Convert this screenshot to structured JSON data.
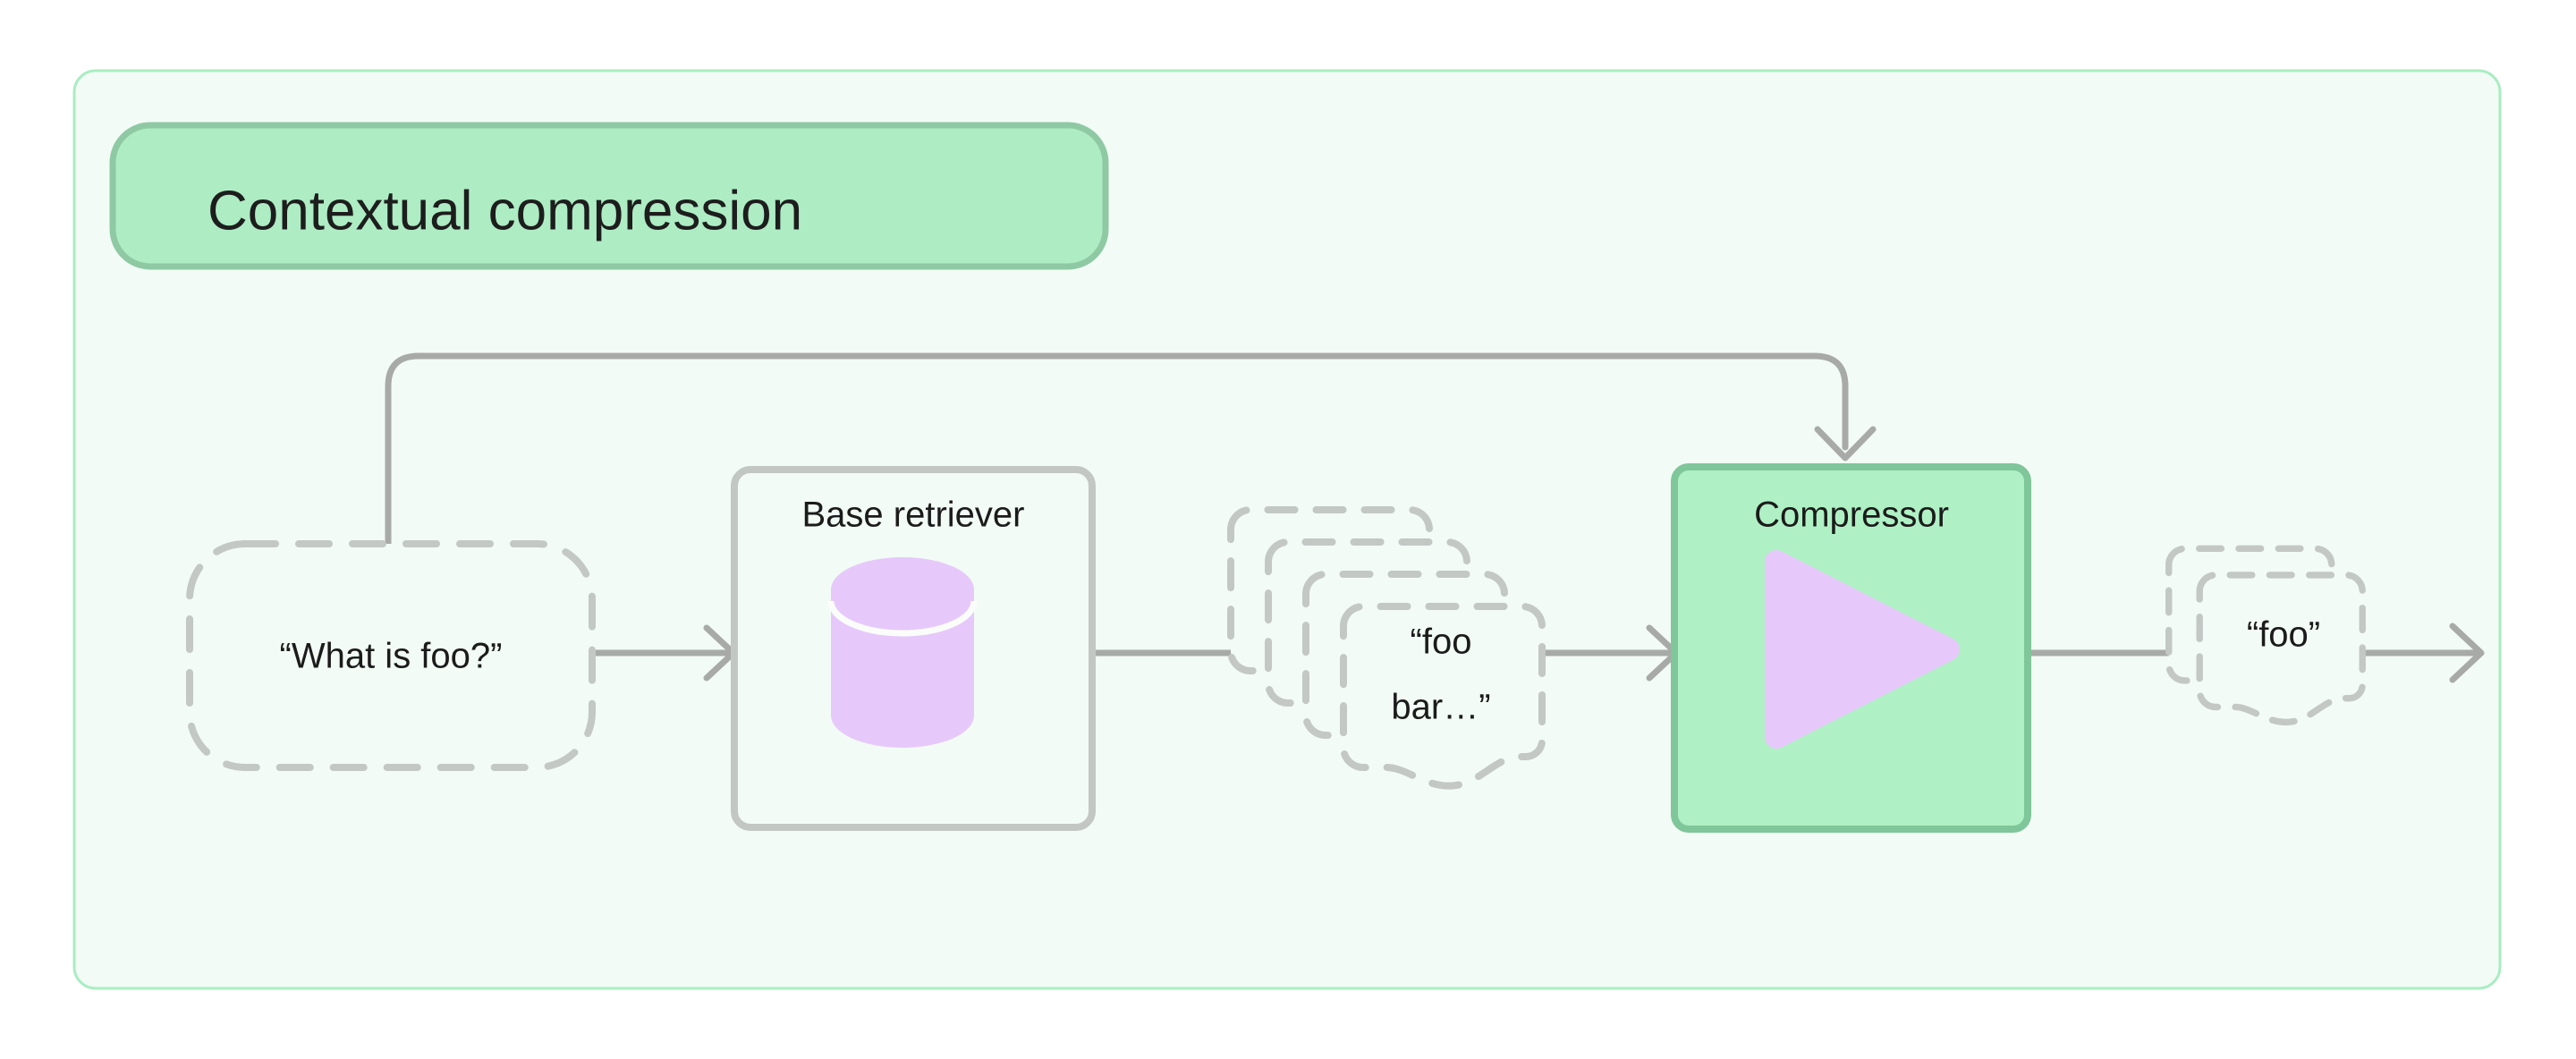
{
  "panel": {
    "background": "#f2fbf5",
    "border_color": "#a9edc2",
    "title_badge": {
      "label": "Contextual compression",
      "fill": "#aeecc4",
      "border": "#8fc9a4",
      "text_color": "#1d1d1d"
    }
  },
  "palette": {
    "edge": "#a8aaa8",
    "dashed_outline": "#c3c8c5",
    "box_border": "#c2c7c4",
    "box_fill": "#f2fbf5",
    "accent_green_fill": "#b0f0c5",
    "accent_green_border": "#7fc69a",
    "accent_purple": "#e6c9fa",
    "text": "#1b1b1b"
  },
  "nodes": {
    "query": {
      "name": "query-node",
      "text": "“What is foo?”",
      "shape": "dashed-rounded-rect"
    },
    "base_retriever": {
      "name": "base-retriever-node",
      "label": "Base retriever",
      "icon": "database-cylinder-icon",
      "shape": "rounded-rect"
    },
    "retrieved_docs": {
      "name": "retrieved-documents-stack",
      "text_lines": [
        "“foo",
        "bar…”"
      ],
      "icon": "document-stack-icon",
      "stack_count": 4
    },
    "compressor": {
      "name": "compressor-node",
      "label": "Compressor",
      "icon": "play-triangle-icon",
      "shape": "rounded-rect-filled"
    },
    "compressed_docs": {
      "name": "compressed-documents-stack",
      "text_lines": [
        "“foo”"
      ],
      "icon": "document-stack-icon",
      "stack_count": 2
    }
  },
  "edges": [
    {
      "name": "edge-query-to-base-retriever",
      "from": "query",
      "to": "base_retriever",
      "arrow": "right"
    },
    {
      "name": "edge-base-retriever-to-docs",
      "from": "base_retriever",
      "to": "retrieved_docs",
      "arrow": "none"
    },
    {
      "name": "edge-docs-to-compressor",
      "from": "retrieved_docs",
      "to": "compressor",
      "arrow": "right"
    },
    {
      "name": "edge-compressor-to-output",
      "from": "compressor",
      "to": "compressed_docs",
      "arrow": "none"
    },
    {
      "name": "edge-output-exit",
      "from": "compressed_docs",
      "to": "",
      "arrow": "right"
    },
    {
      "name": "edge-query-feedback-to-compressor",
      "from": "query",
      "to": "compressor",
      "arrow": "down"
    }
  ]
}
